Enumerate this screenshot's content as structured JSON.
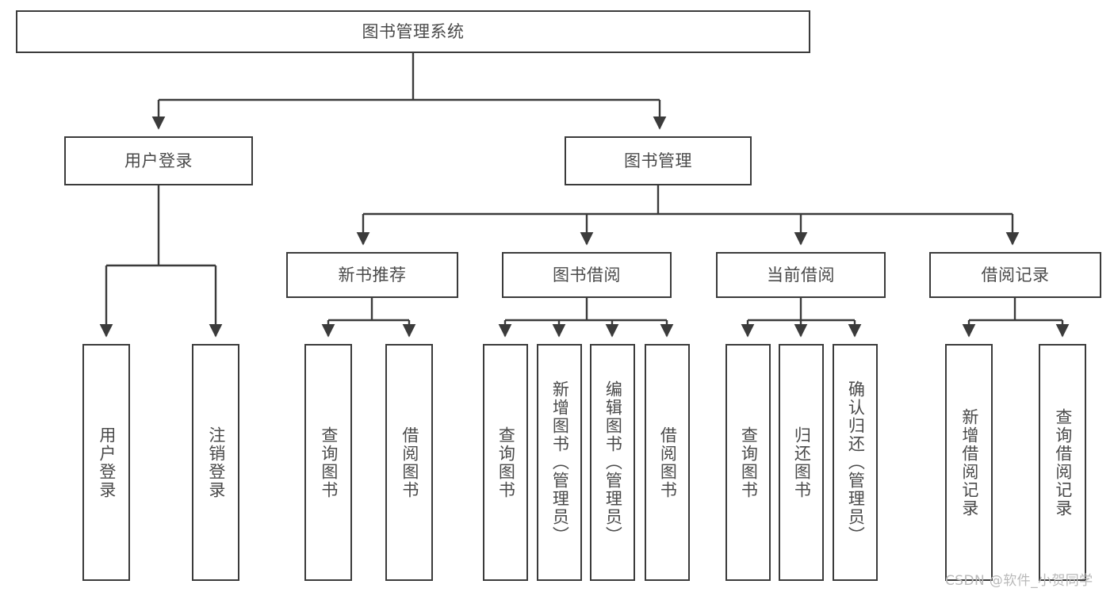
{
  "diagram": {
    "title": "图书管理系统",
    "root": {
      "label": "图书管理系统"
    },
    "level1": [
      {
        "label": "用户登录"
      },
      {
        "label": "图书管理"
      }
    ],
    "level2": [
      {
        "label": "新书推荐"
      },
      {
        "label": "图书借阅"
      },
      {
        "label": "当前借阅"
      },
      {
        "label": "借阅记录"
      }
    ],
    "leaves": {
      "user_login": [
        {
          "label": "用户登录"
        },
        {
          "label": "注销登录"
        }
      ],
      "new_book_recommend": [
        {
          "label": "查询图书"
        },
        {
          "label": "借阅图书"
        }
      ],
      "book_borrow": [
        {
          "label": "查询图书"
        },
        {
          "label": "新增图书（管理员）"
        },
        {
          "label": "编辑图书（管理员）"
        },
        {
          "label": "借阅图书"
        }
      ],
      "current_borrow": [
        {
          "label": "查询图书"
        },
        {
          "label": "归还图书"
        },
        {
          "label": "确认归还（管理员）"
        }
      ],
      "borrow_record": [
        {
          "label": "新增借阅记录"
        },
        {
          "label": "查询借阅记录"
        }
      ]
    }
  },
  "watermark": {
    "text": "CSDN @软件_小贺同学"
  },
  "colors": {
    "border": "#3b3b3b",
    "text": "#4a4a4a",
    "background": "#ffffff",
    "watermark": "#b9b9b9"
  }
}
